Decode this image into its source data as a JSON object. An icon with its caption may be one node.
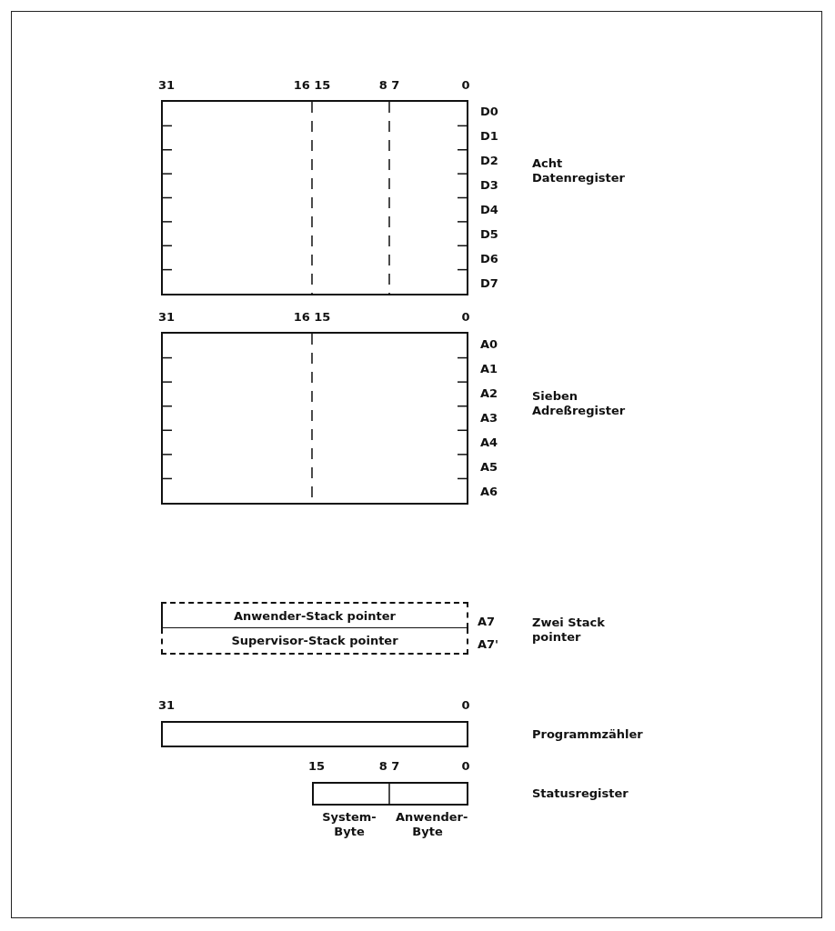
{
  "diagram": {
    "nodes": [
      {
        "text": [],
        "shape": "box"
      },
      {
        "text": [],
        "shape": "box"
      },
      {
        "text": [
          "Anwender-Stack pointer"
        ]
      },
      {
        "text": [
          "Supervisor-Stack pointer"
        ]
      },
      {
        "text": [],
        "shape": "box"
      },
      {
        "text": [],
        "shape": "box"
      }
    ],
    "labels": [
      "31",
      "16 15",
      "8 7",
      "0",
      "D0",
      "D1",
      "D2",
      "D3",
      "D4",
      "D5",
      "D6",
      "D7",
      "Acht Datenregister",
      "31",
      "16 15",
      "0",
      "A0",
      "A1",
      "A2",
      "A3",
      "A4",
      "A5",
      "A6",
      "Sieben Adreßregister",
      "A7",
      "A7'",
      "Zwei Stack pointer",
      "31",
      "0",
      "Programmzähler",
      "15",
      "8 7",
      "0",
      "Statusregister",
      "System-Byte",
      "Anwender-Byte"
    ]
  }
}
